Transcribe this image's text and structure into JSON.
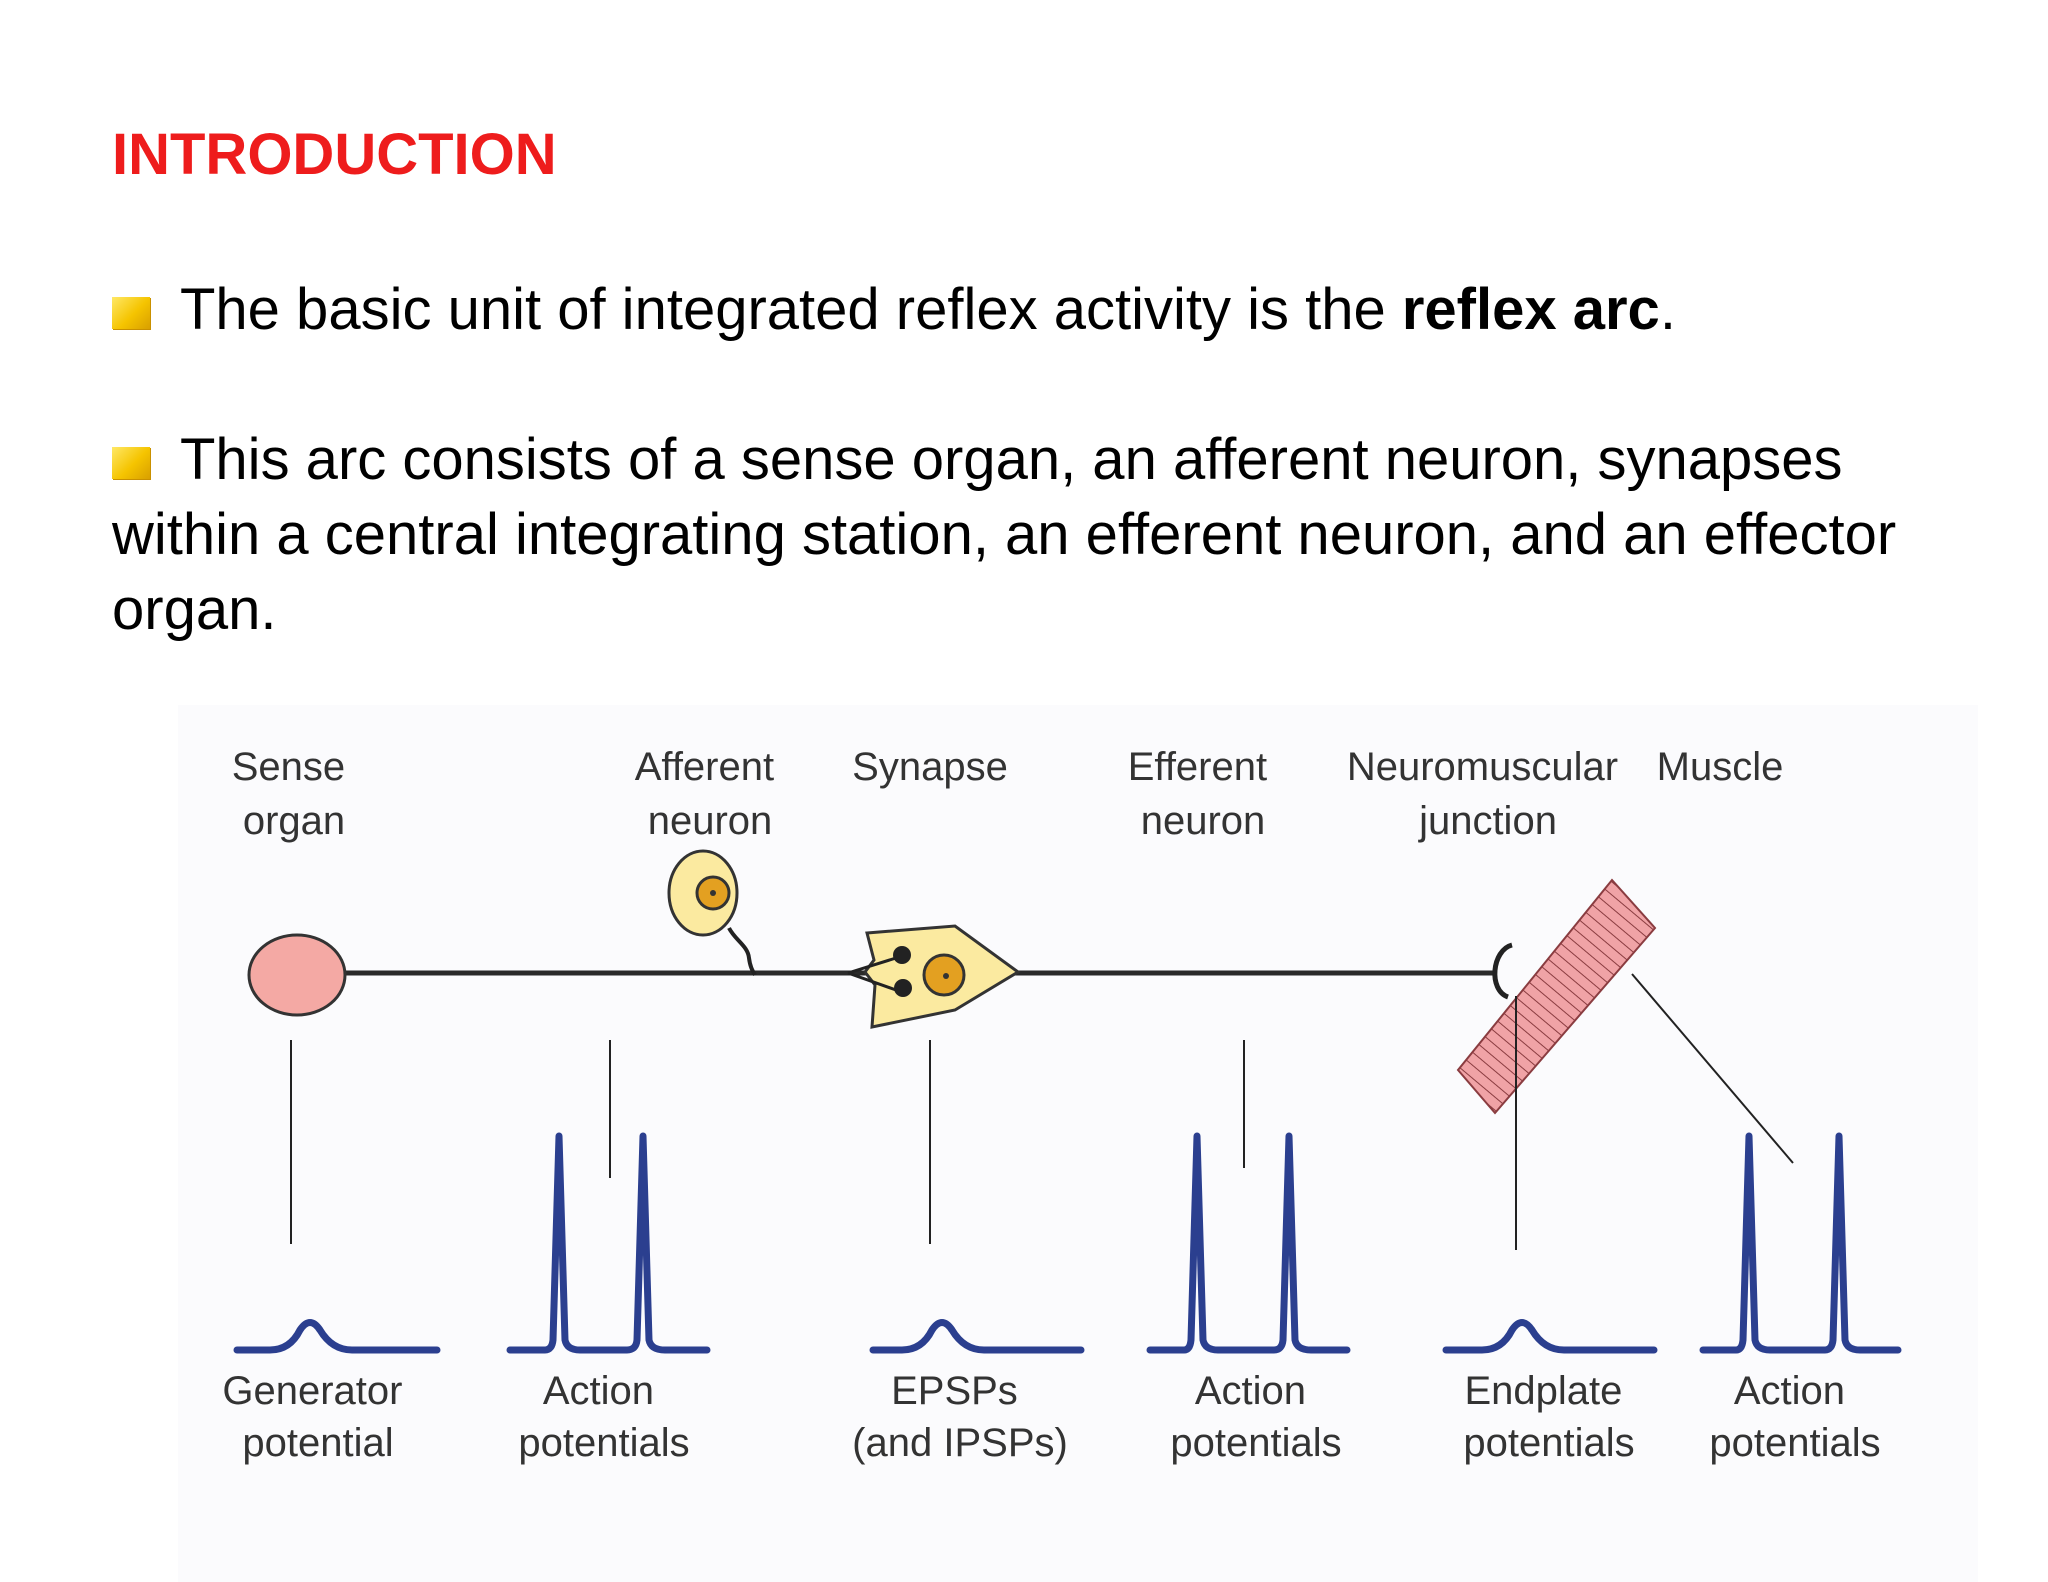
{
  "title": "INTRODUCTION",
  "bullets": [
    {
      "pre": "The basic unit of integrated reflex activity is the ",
      "bold": "reflex arc",
      "post": "."
    },
    {
      "text": "This arc consists of a sense organ, an afferent neuron, synapses within a central integrating station, an efferent neuron, and an effector organ."
    }
  ],
  "diagram": {
    "top_labels": {
      "sense_organ": [
        "Sense",
        "organ"
      ],
      "afferent_neuron": [
        "Afferent",
        "neuron"
      ],
      "synapse": [
        "Synapse"
      ],
      "efferent_neuron": [
        "Efferent",
        "neuron"
      ],
      "nm_junction": [
        "Neuromuscular",
        "junction"
      ],
      "muscle": [
        "Muscle"
      ]
    },
    "bottom_labels": {
      "generator": [
        "Generator",
        "potential"
      ],
      "action1": [
        "Action",
        "potentials"
      ],
      "epsp": [
        "EPSPs",
        "(and IPSPs)"
      ],
      "action2": [
        "Action",
        "potentials"
      ],
      "endplate": [
        "Endplate",
        "potentials"
      ],
      "action3": [
        "Action",
        "potentials"
      ]
    },
    "colors": {
      "trace": "#2b3f8f",
      "sense_organ_fill": "#f4a9a4",
      "soma_fill": "#fbeaa0",
      "nucleus_fill": "#e3a021",
      "muscle_fill": "#f0a3a6"
    }
  }
}
